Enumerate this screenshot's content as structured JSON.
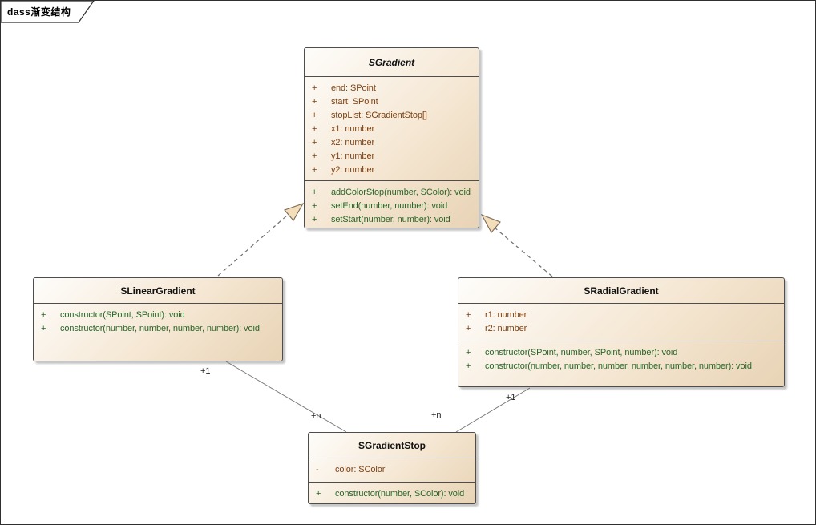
{
  "frame": {
    "title": "dass渐变结构"
  },
  "classes": [
    {
      "name": "SGradient",
      "abstract": true,
      "attributes": [
        {
          "vis": "+",
          "text": "end: SPoint"
        },
        {
          "vis": "+",
          "text": "start: SPoint"
        },
        {
          "vis": "+",
          "text": "stopList: SGradientStop[]"
        },
        {
          "vis": "+",
          "text": "x1: number"
        },
        {
          "vis": "+",
          "text": "x2: number"
        },
        {
          "vis": "+",
          "text": "y1: number"
        },
        {
          "vis": "+",
          "text": "y2: number"
        }
      ],
      "methods": [
        {
          "vis": "+",
          "text": "addColorStop(number, SColor): void"
        },
        {
          "vis": "+",
          "text": "setEnd(number, number): void"
        },
        {
          "vis": "+",
          "text": "setStart(number, number): void"
        }
      ]
    },
    {
      "name": "SLinearGradient",
      "abstract": false,
      "attributes": [],
      "methods": [
        {
          "vis": "+",
          "text": "constructor(SPoint, SPoint): void"
        },
        {
          "vis": "+",
          "text": "constructor(number, number, number, number): void"
        }
      ]
    },
    {
      "name": "SRadialGradient",
      "abstract": false,
      "attributes": [
        {
          "vis": "+",
          "text": "r1: number"
        },
        {
          "vis": "+",
          "text": "r2: number"
        }
      ],
      "methods": [
        {
          "vis": "+",
          "text": "constructor(SPoint, number, SPoint, number): void"
        },
        {
          "vis": "+",
          "text": "constructor(number, number, number, number, number, number): void"
        }
      ]
    },
    {
      "name": "SGradientStop",
      "abstract": false,
      "attributes": [
        {
          "vis": "-",
          "text": "color: SColor"
        }
      ],
      "methods": [
        {
          "vis": "+",
          "text": "constructor(number, SColor): void"
        }
      ]
    }
  ],
  "connectors": [
    {
      "type": "generalization",
      "style": "dashed",
      "from": "SLinearGradient",
      "to": "SGradient"
    },
    {
      "type": "generalization",
      "style": "dashed",
      "from": "SRadialGradient",
      "to": "SGradient"
    },
    {
      "type": "association",
      "style": "solid",
      "from": "SLinearGradient",
      "to": "SGradientStop",
      "source_multiplicity": "+1",
      "target_multiplicity": "+n"
    },
    {
      "type": "association",
      "style": "solid",
      "from": "SRadialGradient",
      "to": "SGradientStop",
      "source_multiplicity": "+1",
      "target_multiplicity": "+n"
    }
  ],
  "colors": {
    "attribute_text": "#7e4011",
    "method_text": "#276727",
    "box_border": "#4d4d4d",
    "box_fill_light": "#fefdfb",
    "box_fill_dark": "#e8d3b5",
    "arrowhead_fill": "#f3ddba",
    "arrowhead_stroke": "#7a6a52",
    "connector_line": "#707070"
  }
}
